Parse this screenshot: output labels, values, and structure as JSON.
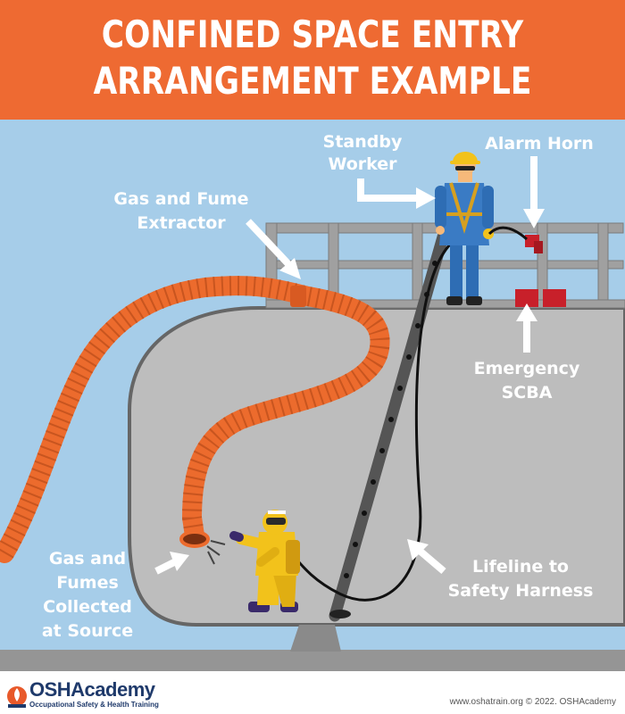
{
  "header": {
    "title_line1": "CONFINED SPACE ENTRY",
    "title_line2": "ARRANGEMENT EXAMPLE"
  },
  "labels": {
    "standby_1": "Standby",
    "standby_2": "Worker",
    "alarm": "Alarm Horn",
    "gas_extractor_1": "Gas and Fume",
    "gas_extractor_2": "Extractor",
    "scba_1": "Emergency",
    "scba_2": "SCBA",
    "collected_1": "Gas and",
    "collected_2": "Fumes",
    "collected_3": "Collected",
    "collected_4": "at Source",
    "lifeline_1": "Lifeline to",
    "lifeline_2": "Safety Harness"
  },
  "footer": {
    "brand": "OSHAcademy",
    "tagline": "Occupational Safety & Health Training",
    "copyright": "www.oshatrain.org © 2022. OSHAcademy"
  },
  "colors": {
    "banner": "#ee6a32",
    "sky": "#a6cde9",
    "tank": "#bdbdbd",
    "hose": "#ec6b2d",
    "railing": "#a0a0a0",
    "suit_yellow": "#f2c21b",
    "coverall_blue": "#2e6db4",
    "scba_red": "#c8202a"
  }
}
